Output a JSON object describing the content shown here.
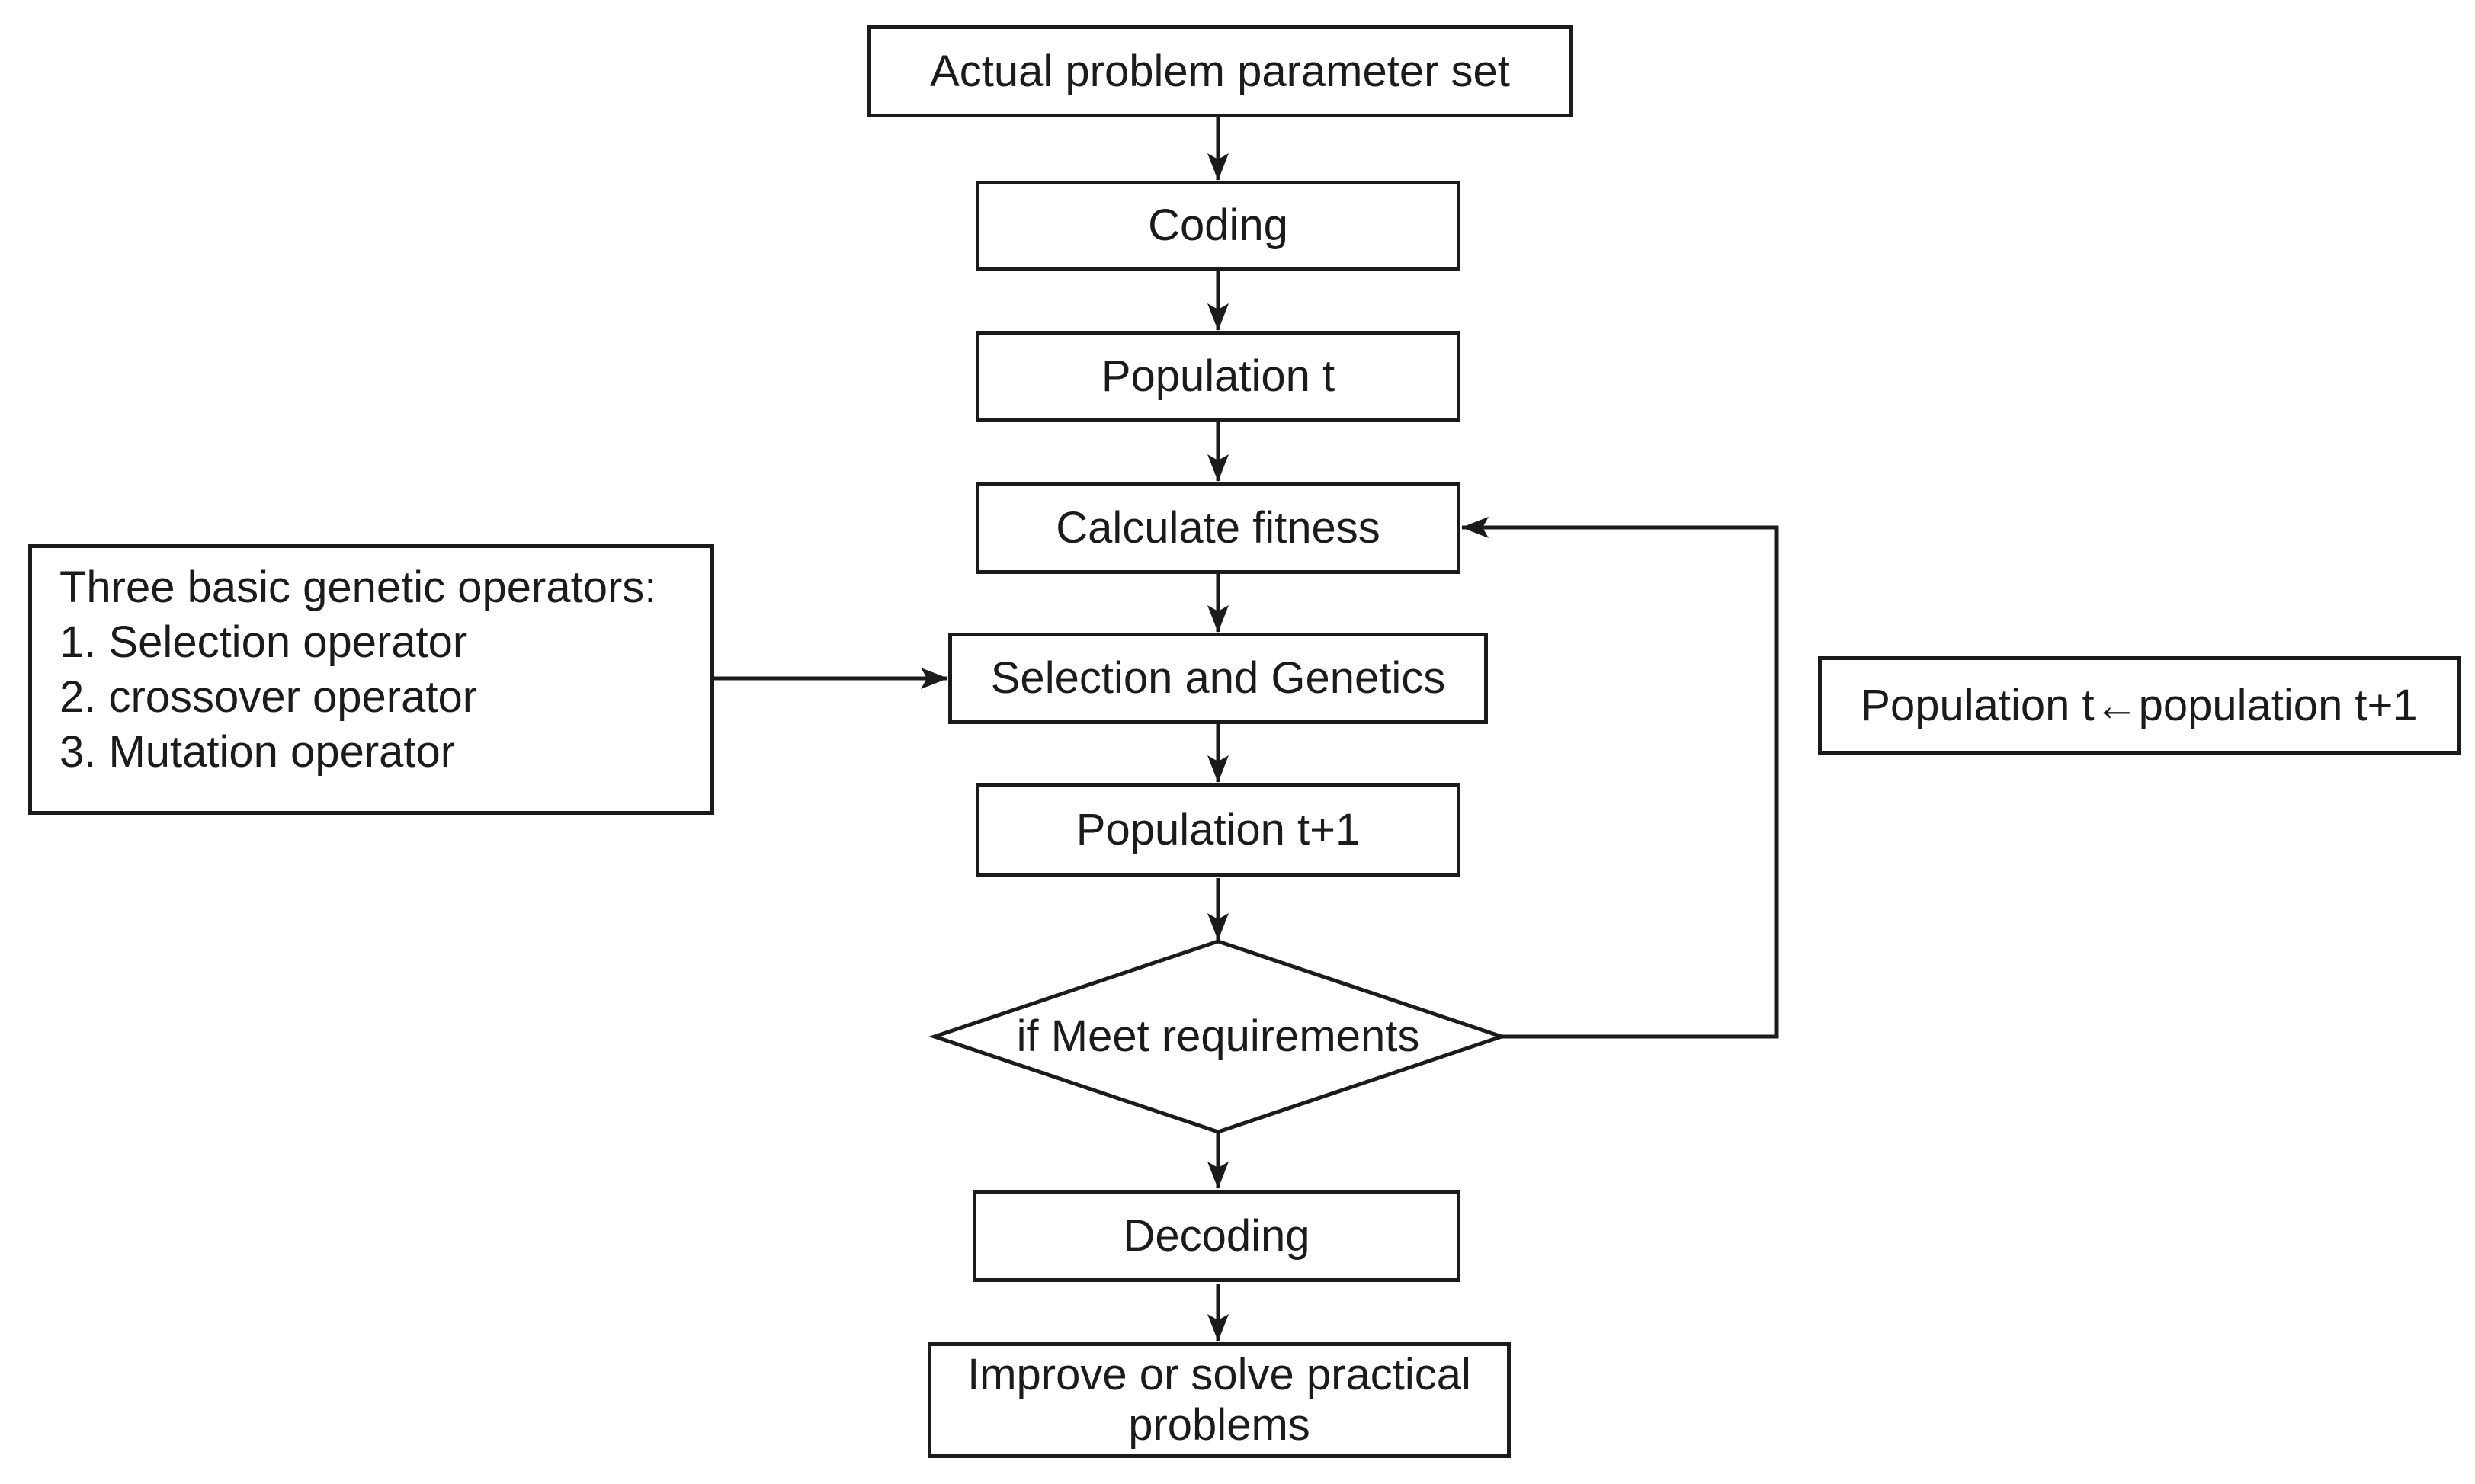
{
  "colors": {
    "stroke": "#1b1b1b",
    "background": "#ffffff",
    "text": "#1b1b1b"
  },
  "flowchart": {
    "nodes": {
      "start": "Actual problem parameter set",
      "coding": "Coding",
      "population_t": "Population t",
      "calculate_fitness": "Calculate fitness",
      "selection_and_genetics": "Selection and Genetics",
      "population_t_plus_1": "Population t+1",
      "decision": "if Meet requirements",
      "decoding": "Decoding",
      "improve": "Improve or solve practical\nproblems"
    },
    "side_notes": {
      "operators": {
        "title": "Three basic genetic operators:",
        "items": [
          "1. Selection operator",
          "2. crossover operator",
          "3. Mutation operator"
        ]
      },
      "population_update": "Population t←population t+1"
    }
  }
}
